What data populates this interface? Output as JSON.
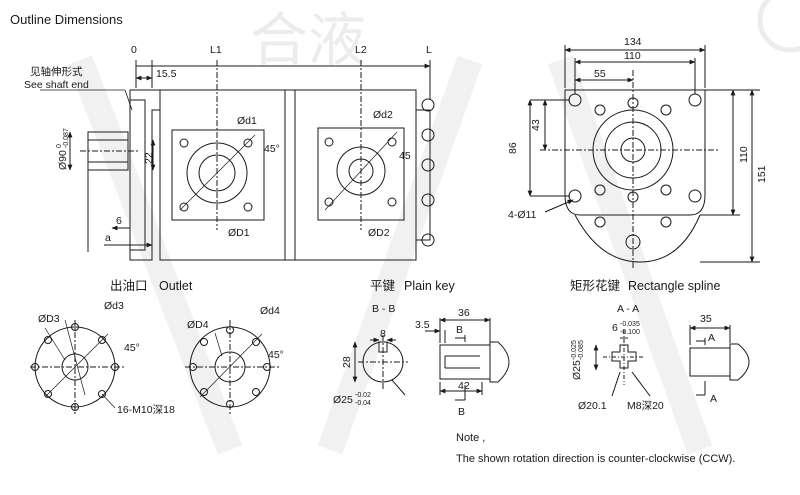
{
  "title": "Outline Dimensions",
  "watermark": "合液",
  "main_view": {
    "dims_top": [
      "0",
      "L1",
      "L2",
      "L"
    ],
    "shaft_label_cn": "见轴伸形式",
    "shaft_label_en": "See shaft end",
    "d155": "15.5",
    "d90": "Ø90",
    "d90_tol_up": "0",
    "d90_tol_dn": "-0.087",
    "d22": "22",
    "d6": "6",
    "da": "a",
    "d1": "Ød1",
    "D1": "ØD1",
    "d2": "Ød2",
    "D2": "ØD2",
    "ang45a": "45°",
    "ang45b": "45"
  },
  "side_view": {
    "w134": "134",
    "w110": "110",
    "w55": "55",
    "h43": "43",
    "h86": "86",
    "h110": "110",
    "h151": "151",
    "holes": "4-Ø11"
  },
  "outlet": {
    "title_cn": "出油口",
    "title_en": "Outlet",
    "D3": "ØD3",
    "d3": "Ød3",
    "D4": "ØD4",
    "d4": "Ød4",
    "ang1": "45°",
    "ang2": "45°",
    "bolts": "16-M10深18"
  },
  "plain_key": {
    "title_cn": "平键",
    "title_en": "Plain key",
    "section": "B - B",
    "k8": "8",
    "k28": "28",
    "k25": "Ø25",
    "k25_up": "-0.02",
    "k25_dn": "-0.04",
    "k35": "3.5",
    "k36": "36",
    "k42": "42",
    "kB1": "B",
    "kB2": "B"
  },
  "spline": {
    "title_cn": "矩形花键",
    "title_en": "Rectangle spline",
    "section": "A - A",
    "s6": "6",
    "s6_up": "-0.035",
    "s6_dn": "-0.100",
    "s25": "Ø25",
    "s25_up": "-0.025",
    "s25_dn": "-0.085",
    "s201": "Ø20.1",
    "m8": "M8深20",
    "s35": "35",
    "sA1": "A",
    "sA2": "A"
  },
  "note": {
    "label": "Note ,",
    "text": "The shown rotation direction is counter-clockwise (CCW)."
  },
  "colors": {
    "line": "#1a1a1a",
    "watermark": "#ececec"
  }
}
